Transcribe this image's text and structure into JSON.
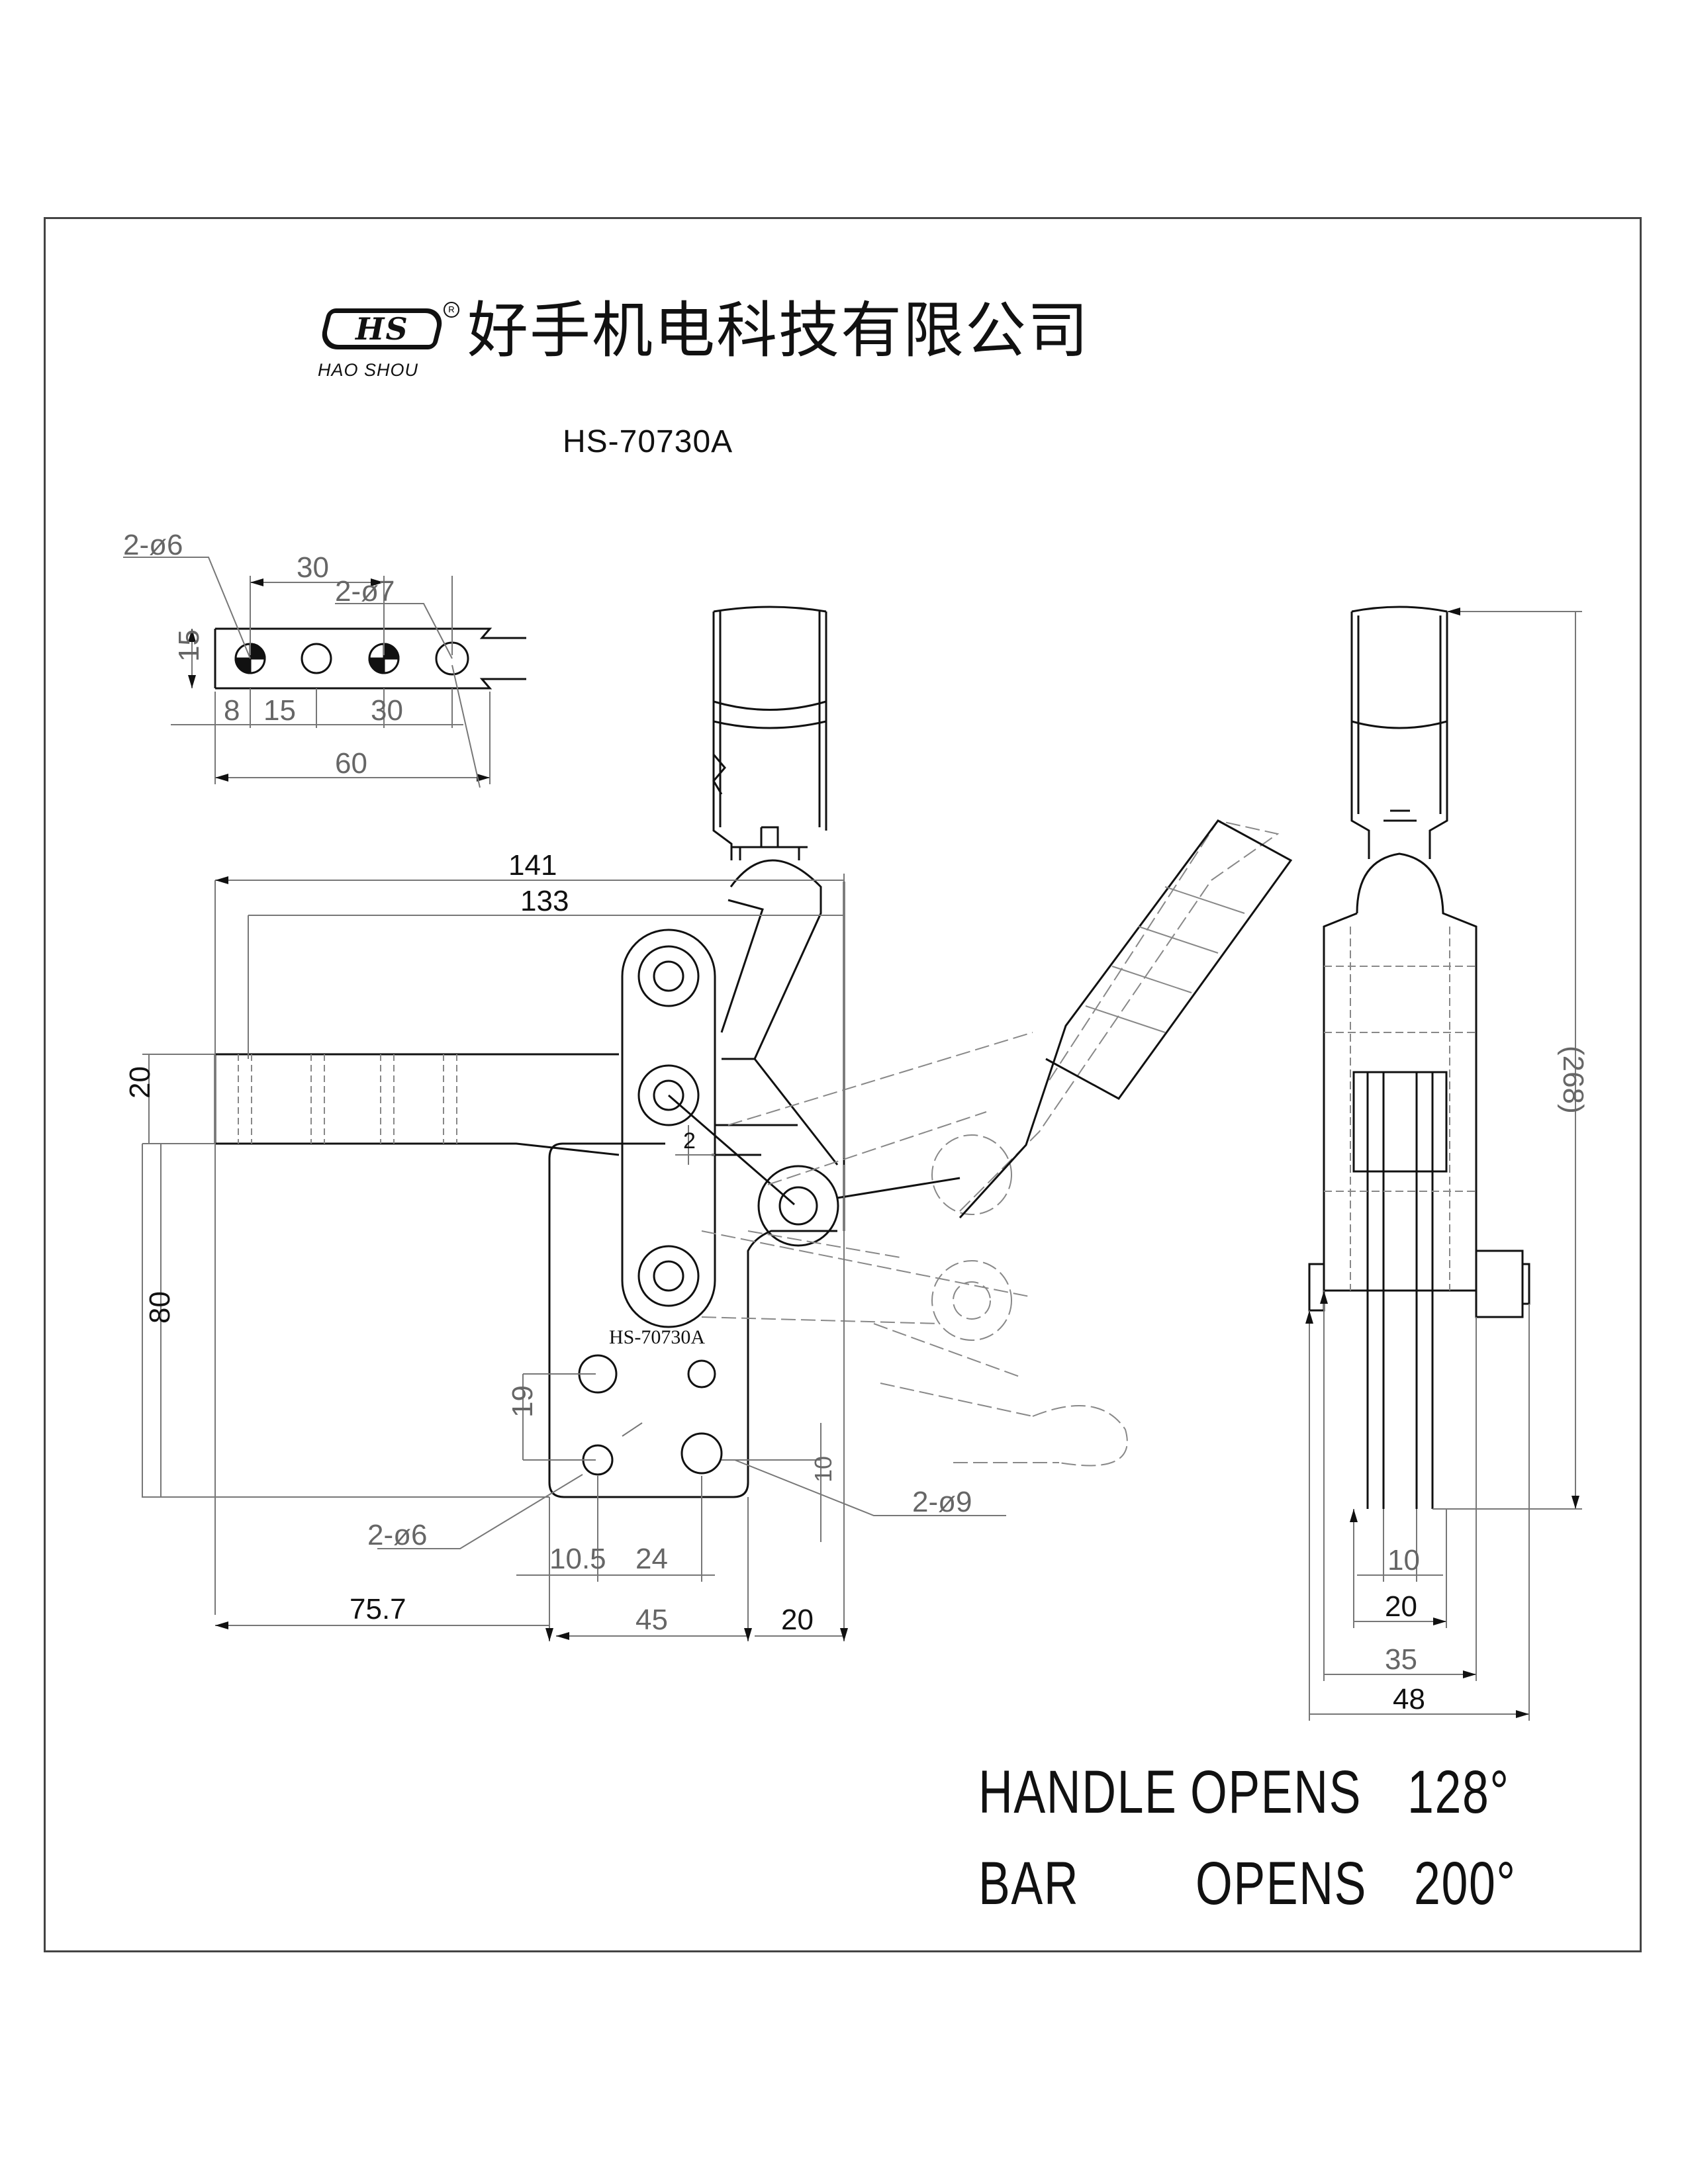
{
  "title_block": {
    "brand": "HS",
    "brand_sub": "HAO SHOU",
    "registered": "R",
    "company": "好手机电科技有限公司",
    "model": "HS-70730A"
  },
  "dimensions": {
    "top_view": {
      "hole_a": "2-ø6",
      "hole_b": "2-ø7",
      "pitch_top": "30",
      "height": "15",
      "d8": "8",
      "d15": "15",
      "d30": "30",
      "d60": "60"
    },
    "front_view": {
      "d141": "141",
      "d133": "133",
      "d20_bar": "20",
      "d80": "80",
      "d2": "2",
      "stamp": "HS-70730A",
      "d19": "19",
      "d10": "10",
      "holes_a": "2-ø6",
      "holes_b": "2-ø9",
      "d10_5": "10.5",
      "d24": "24",
      "d75_7": "75.7",
      "d45": "45",
      "d20_base": "20"
    },
    "side_view": {
      "d268": "(268)",
      "d10": "10",
      "d20": "20",
      "d35": "35",
      "d48": "48"
    }
  },
  "specs": {
    "handle_label": "HANDLE",
    "handle_verb": "OPENS",
    "handle_value": "128°",
    "bar_label": "BAR",
    "bar_verb": "OPENS",
    "bar_value": "200°"
  }
}
